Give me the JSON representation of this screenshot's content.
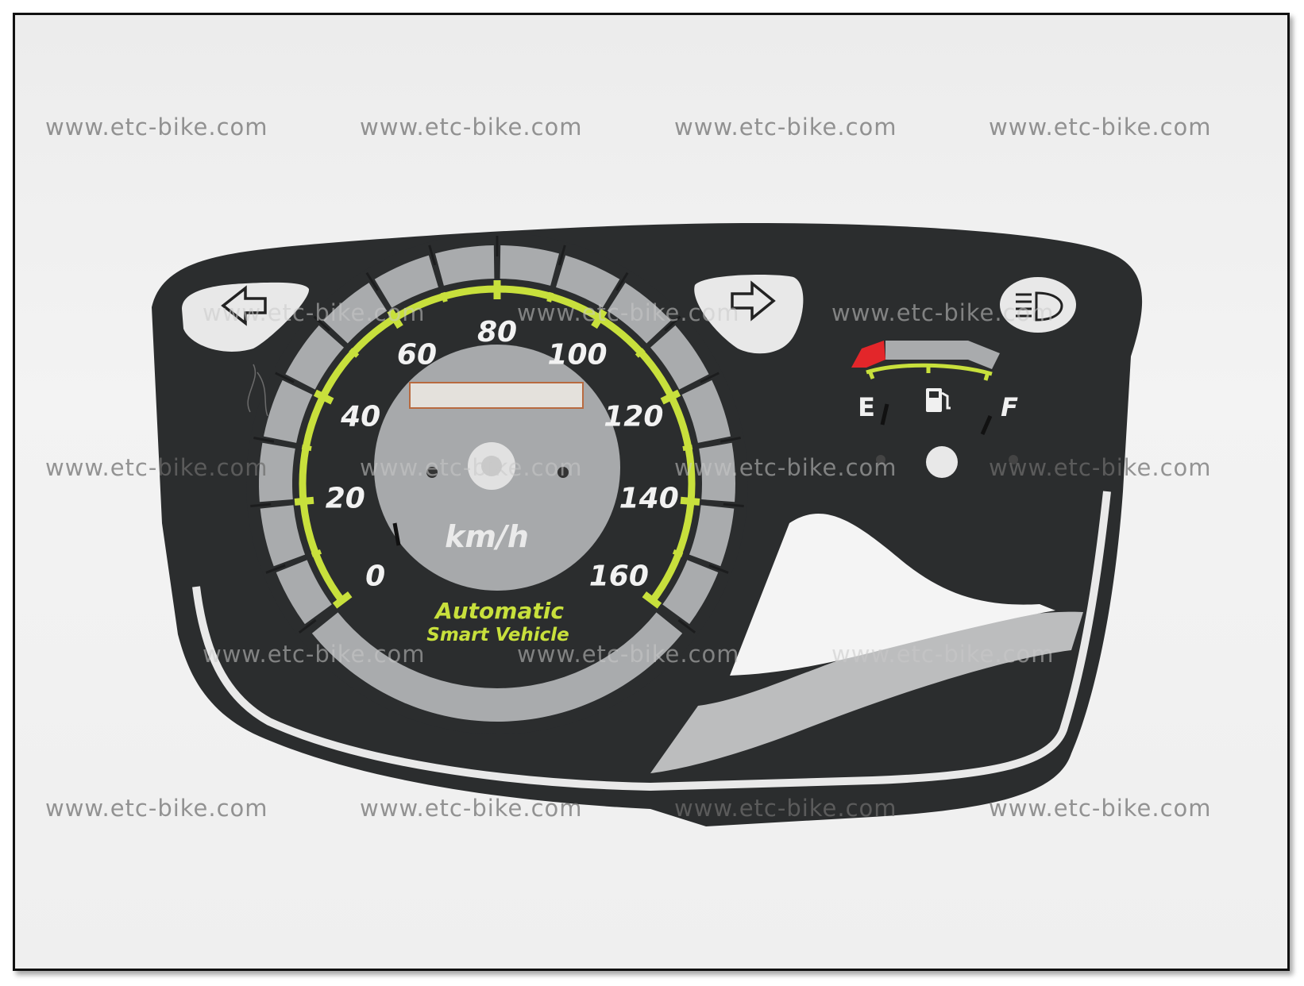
{
  "watermark": "www.etc-bike.com",
  "dial": {
    "speed_labels": [
      "0",
      "20",
      "40",
      "60",
      "80",
      "100",
      "120",
      "140",
      "160"
    ],
    "unit": "km/h",
    "brand_line1": "Automatic",
    "brand_line2": "Smart Vehicle"
  },
  "fuel_gauge": {
    "empty_label": "E",
    "full_label": "F"
  },
  "icons": [
    "left-turn-arrow-icon",
    "right-turn-arrow-icon",
    "headlight-icon",
    "fuel-pump-icon"
  ],
  "colors": {
    "panel": "#2c2e2f",
    "silver": "#a9abad",
    "lime": "#c8e03c",
    "red_zone": "#e3262a",
    "brand_text": "#c8e03c"
  }
}
